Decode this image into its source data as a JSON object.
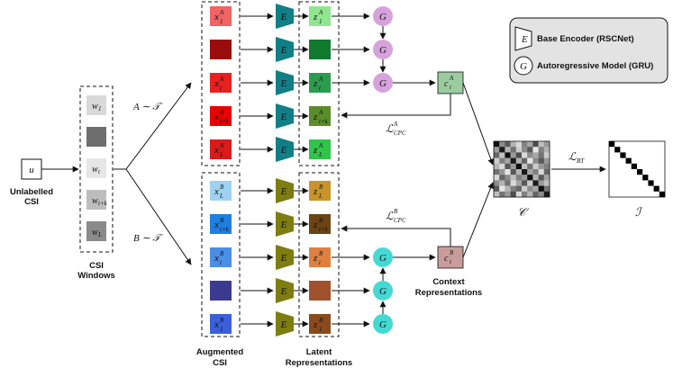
{
  "input": {
    "symbol": "u",
    "caption_line1": "Unlabelled",
    "caption_line2": "CSI"
  },
  "windows": {
    "caption_line1": "CSI",
    "caption_line2": "Windows",
    "items": [
      {
        "label": "w",
        "sub": "1",
        "color": "#d9d9d9"
      },
      {
        "label": "",
        "sub": "",
        "color": "#6e6e6e"
      },
      {
        "label": "w",
        "sub": "t",
        "color": "#e6e6e6"
      },
      {
        "label": "w",
        "sub": "t+k",
        "color": "#bdbdbd"
      },
      {
        "label": "w",
        "sub": "L",
        "color": "#8a8a8a"
      }
    ]
  },
  "branches": {
    "a": "A ∼ 𝒯",
    "b": "B ∼ 𝒯"
  },
  "aug_a": [
    {
      "label": "x",
      "sup": "A",
      "sub": "1",
      "color": "#f06464"
    },
    {
      "label": "",
      "sup": "",
      "sub": "",
      "color": "#9b0d0d"
    },
    {
      "label": "x",
      "sup": "A",
      "sub": "t",
      "color": "#e82020"
    },
    {
      "label": "x",
      "sup": "A",
      "sub": "t+k",
      "color": "#e60000"
    },
    {
      "label": "x",
      "sup": "A",
      "sub": "L",
      "color": "#d81c1c"
    }
  ],
  "aug_b": [
    {
      "label": "x",
      "sup": "B",
      "sub": "L",
      "color": "#9fd2f2"
    },
    {
      "label": "x",
      "sup": "B",
      "sub": "t+k",
      "color": "#1e7fe0"
    },
    {
      "label": "x",
      "sup": "B",
      "sub": "t",
      "color": "#4a8ee6"
    },
    {
      "label": "",
      "sup": "",
      "sub": "",
      "color": "#3b3a8f"
    },
    {
      "label": "x",
      "sup": "B",
      "sub": "1",
      "color": "#3a5fd9"
    }
  ],
  "aug_caption_line1": "Augmented",
  "aug_caption_line2": "CSI",
  "encoder": {
    "symbol": "E",
    "color_a": "#127e86",
    "color_b": "#7d7d12"
  },
  "latent_a": [
    {
      "label": "z",
      "sup": "A",
      "sub": "1",
      "color": "#8fe68f"
    },
    {
      "label": "",
      "sup": "",
      "sub": "",
      "color": "#107a2e"
    },
    {
      "label": "z",
      "sup": "A",
      "sub": "t",
      "color": "#2a9c4e"
    },
    {
      "label": "z",
      "sup": "A",
      "sub": "t+k",
      "color": "#5a8c2a"
    },
    {
      "label": "z",
      "sup": "A",
      "sub": "L",
      "color": "#2fc44a"
    }
  ],
  "latent_b": [
    {
      "label": "z",
      "sup": "B",
      "sub": "L",
      "color": "#c9952a"
    },
    {
      "label": "z",
      "sup": "B",
      "sub": "t+k",
      "color": "#6b4314"
    },
    {
      "label": "z",
      "sup": "B",
      "sub": "t",
      "color": "#e08040"
    },
    {
      "label": "",
      "sup": "",
      "sub": "",
      "color": "#a0522d"
    },
    {
      "label": "z",
      "sup": "B",
      "sub": "1",
      "color": "#8b4a1c"
    }
  ],
  "latent_caption_line1": "Latent",
  "latent_caption_line2": "Representations",
  "gru": {
    "symbol": "G",
    "color_a": "#d7a2dc",
    "color_b": "#45d9d4"
  },
  "context_a": {
    "label": "c",
    "sup": "A",
    "sub": "t",
    "color": "#9ccba0"
  },
  "context_b": {
    "label": "c",
    "sup": "B",
    "sub": "t",
    "color": "#c99c9c"
  },
  "context_caption_line1": "Context",
  "context_caption_line2": "Representations",
  "loss_cpc_a": {
    "label": "ℒ",
    "sup": "A",
    "sub": "CPC"
  },
  "loss_cpc_b": {
    "label": "ℒ",
    "sup": "B",
    "sub": "CPC"
  },
  "loss_bt": {
    "label": "ℒ",
    "sub": "BT"
  },
  "corr_matrix": {
    "symbol": "𝒞",
    "cells": [
      [
        0.05,
        0.55,
        0.35,
        0.7,
        0.85,
        0.5,
        0.65,
        0.3,
        0.75,
        0.6
      ],
      [
        0.6,
        0.1,
        0.7,
        0.45,
        0.8,
        0.55,
        0.35,
        0.9,
        0.5,
        0.7
      ],
      [
        0.4,
        0.75,
        0.05,
        0.6,
        0.3,
        0.85,
        0.55,
        0.65,
        0.45,
        0.8
      ],
      [
        0.8,
        0.5,
        0.65,
        0.1,
        0.7,
        0.4,
        0.9,
        0.55,
        0.35,
        0.6
      ],
      [
        0.7,
        0.85,
        0.35,
        0.6,
        0.05,
        0.75,
        0.45,
        0.8,
        0.6,
        0.5
      ],
      [
        0.45,
        0.6,
        0.9,
        0.35,
        0.7,
        0.1,
        0.65,
        0.5,
        0.85,
        0.4
      ],
      [
        0.85,
        0.4,
        0.55,
        0.75,
        0.5,
        0.6,
        0.05,
        0.7,
        0.35,
        0.65
      ],
      [
        0.55,
        0.7,
        0.45,
        0.85,
        0.65,
        0.35,
        0.8,
        0.1,
        0.6,
        0.75
      ],
      [
        0.35,
        0.9,
        0.7,
        0.5,
        0.4,
        0.8,
        0.55,
        0.65,
        0.05,
        0.45
      ],
      [
        0.75,
        0.45,
        0.6,
        0.3,
        0.85,
        0.5,
        0.7,
        0.4,
        0.55,
        0.1
      ]
    ]
  },
  "identity": {
    "symbol": "ℐ",
    "size": 10
  },
  "legend": {
    "encoder_label": "Base Encoder (RSCNet)",
    "gru_label": "Autoregressive Model (GRU)"
  }
}
